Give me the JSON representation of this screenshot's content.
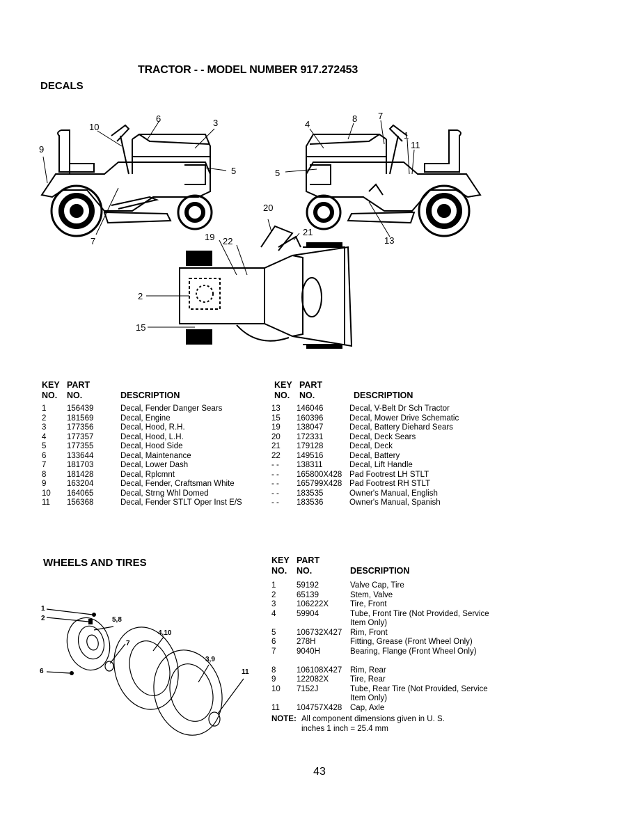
{
  "header": {
    "title": "TRACTOR - - MODEL NUMBER 917.272453",
    "decals_heading": "DECALS",
    "wheels_heading": "WHEELS AND TIRES"
  },
  "decal_callouts": {
    "left": [
      "10",
      "6",
      "3",
      "9",
      "5",
      "7"
    ],
    "right": [
      "4",
      "8",
      "7",
      "1",
      "11",
      "5",
      "13"
    ],
    "top": [
      "20",
      "19",
      "22",
      "21",
      "2",
      "15"
    ]
  },
  "decals_table": {
    "headers": {
      "key_top": "KEY",
      "part_top": "PART",
      "key": "NO.",
      "part": "NO.",
      "description": "DESCRIPTION"
    },
    "left_rows": [
      {
        "key": "1",
        "part": "156439",
        "desc": "Decal, Fender Danger Sears"
      },
      {
        "key": "2",
        "part": "181569",
        "desc": "Decal, Engine"
      },
      {
        "key": "3",
        "part": "177356",
        "desc": "Decal, Hood, R.H."
      },
      {
        "key": "4",
        "part": "177357",
        "desc": "Decal, Hood, L.H."
      },
      {
        "key": "5",
        "part": "177355",
        "desc": "Decal, Hood Side"
      },
      {
        "key": "6",
        "part": "133644",
        "desc": "Decal, Maintenance"
      },
      {
        "key": "7",
        "part": "181703",
        "desc": "Decal, Lower Dash"
      },
      {
        "key": "8",
        "part": "181428",
        "desc": "Decal, Rplcmnt"
      },
      {
        "key": "9",
        "part": "163204",
        "desc": "Decal, Fender, Craftsman White"
      },
      {
        "key": "10",
        "part": "164065",
        "desc": "Decal, Strng Whl Domed"
      },
      {
        "key": "11",
        "part": "156368",
        "desc": "Decal, Fender STLT Oper Inst E/S"
      }
    ],
    "right_rows": [
      {
        "key": "13",
        "part": "146046",
        "desc": "Decal, V-Belt Dr Sch Tractor"
      },
      {
        "key": "15",
        "part": "160396",
        "desc": "Decal, Mower Drive Schematic"
      },
      {
        "key": "19",
        "part": "138047",
        "desc": "Decal, Battery Diehard Sears"
      },
      {
        "key": "20",
        "part": "172331",
        "desc": "Decal, Deck Sears"
      },
      {
        "key": "21",
        "part": "179128",
        "desc": "Decal, Deck"
      },
      {
        "key": "22",
        "part": "149516",
        "desc": "Decal, Battery"
      },
      {
        "key": "- -",
        "part": "138311",
        "desc": "Decal, Lift Handle"
      },
      {
        "key": "- -",
        "part": "165800X428",
        "desc": "Pad Footrest LH STLT"
      },
      {
        "key": "- -",
        "part": "165799X428",
        "desc": "Pad Footrest RH STLT"
      },
      {
        "key": "- -",
        "part": "183535",
        "desc": "Owner's Manual, English"
      },
      {
        "key": "- -",
        "part": "183536",
        "desc": "Owner's Manual, Spanish"
      }
    ]
  },
  "wheel_callouts": [
    "1",
    "2",
    "5,8",
    "7",
    "4,10",
    "6",
    "3,9",
    "11"
  ],
  "wheels_table": {
    "headers": {
      "key_top": "KEY",
      "part_top": "PART",
      "key": "NO.",
      "part": "NO.",
      "description": "DESCRIPTION"
    },
    "rows": [
      {
        "key": "1",
        "part": "59192",
        "desc": "Valve Cap, Tire"
      },
      {
        "key": "2",
        "part": "65139",
        "desc": "Stem, Valve"
      },
      {
        "key": "3",
        "part": "106222X",
        "desc": "Tire, Front"
      },
      {
        "key": "4",
        "part": "59904",
        "desc": "Tube, Front Tire (Not Provided, Service Item Only)"
      },
      {
        "key": "5",
        "part": "106732X427",
        "desc": "Rim, Front"
      },
      {
        "key": "6",
        "part": "278H",
        "desc": "Fitting, Grease (Front Wheel Only)"
      },
      {
        "key": "7",
        "part": "9040H",
        "desc": "Bearing, Flange (Front Wheel Only)"
      },
      {
        "key": "8",
        "part": "106108X427",
        "desc": "Rim, Rear"
      },
      {
        "key": "9",
        "part": "122082X",
        "desc": "Tire, Rear"
      },
      {
        "key": "10",
        "part": "7152J",
        "desc": "Tube, Rear Tire (Not Provided, Service Item Only)"
      },
      {
        "key": "11",
        "part": "104757X428",
        "desc": "Cap, Axle"
      }
    ],
    "note_label": "NOTE:",
    "note_text": "All component dimensions given in U. S. inches 1 inch = 25.4 mm"
  },
  "page_number": "43"
}
